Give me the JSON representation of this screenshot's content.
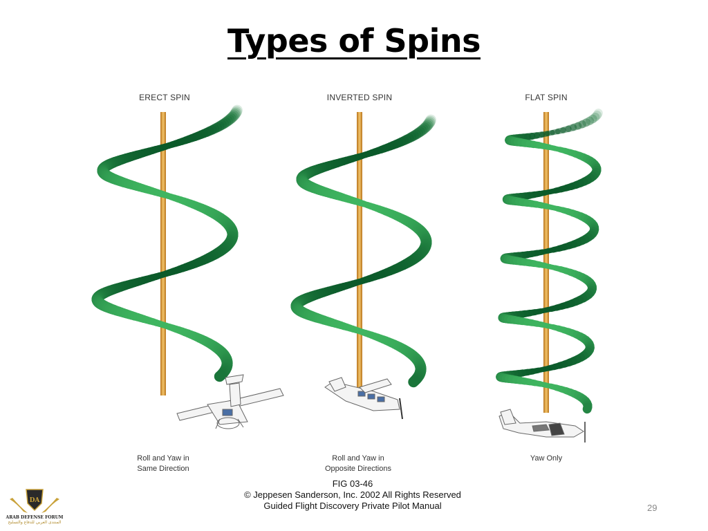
{
  "title": "Types of Spins",
  "spins": [
    {
      "label": "ERECT SPIN",
      "caption_lines": [
        "Roll and Yaw in",
        "Same Direction"
      ]
    },
    {
      "label": "INVERTED SPIN",
      "caption_lines": [
        "Roll and Yaw in",
        "Opposite Directions"
      ]
    },
    {
      "label": "FLAT SPIN",
      "caption_lines": [
        "Yaw Only"
      ]
    }
  ],
  "figure": {
    "id": "FIG 03-46",
    "copyright": "© Jeppesen Sanderson, Inc. 2002 All Rights Reserved",
    "source": "Guided Flight Discovery Private Pilot Manual"
  },
  "slide_number": "29",
  "logo": {
    "initials": "DA",
    "name": "ARAB DEFENSE FORUM",
    "name_arabic": "المنتدى العربي للدفاع والتسليح"
  },
  "colors": {
    "ribbon_light": "#3fb560",
    "ribbon_dark": "#0b5a2a",
    "axis": "#d79a33",
    "gold": "#c9a23a"
  }
}
